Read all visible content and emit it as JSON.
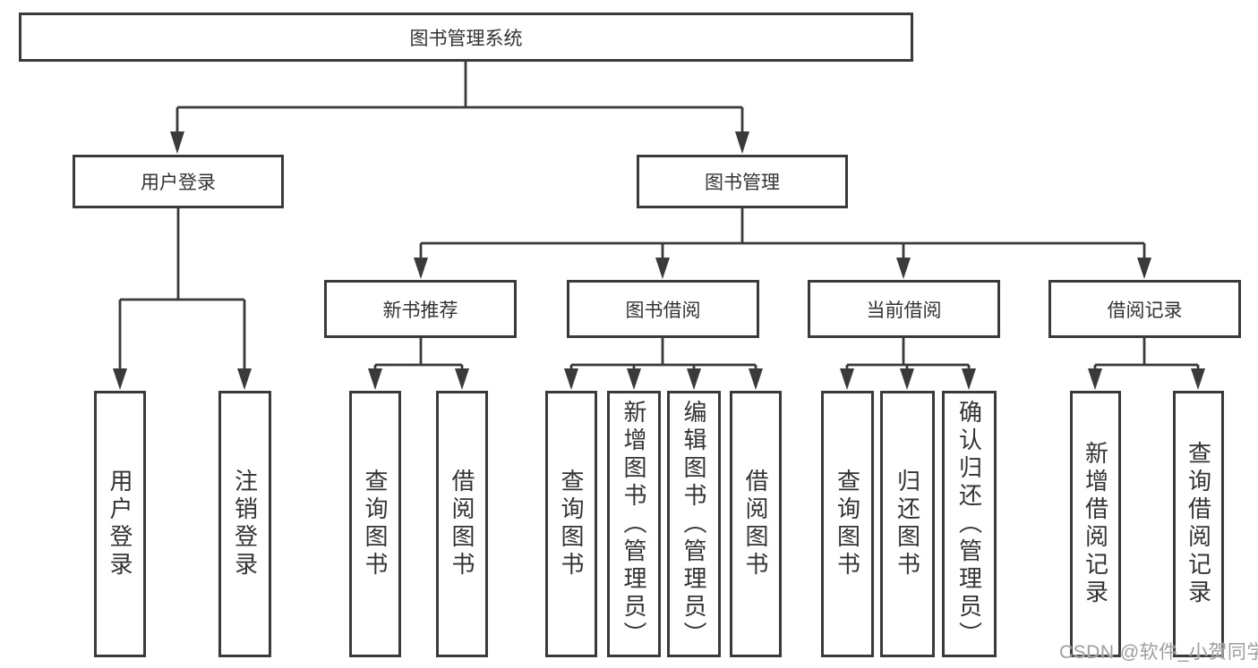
{
  "diagram": {
    "root": {
      "label": "图书管理系统"
    },
    "branches": [
      {
        "label": "用户登录",
        "children": [
          {
            "label": "用户登录"
          },
          {
            "label": "注销登录"
          }
        ]
      },
      {
        "label": "图书管理",
        "children": [
          {
            "label": "新书推荐",
            "children": [
              {
                "label": "查询图书"
              },
              {
                "label": "借阅图书"
              }
            ]
          },
          {
            "label": "图书借阅",
            "children": [
              {
                "label": "查询图书"
              },
              {
                "label": "新增图书（管理员）"
              },
              {
                "label": "编辑图书（管理员）"
              },
              {
                "label": "借阅图书"
              }
            ]
          },
          {
            "label": "当前借阅",
            "children": [
              {
                "label": "查询图书"
              },
              {
                "label": "归还图书"
              },
              {
                "label": "确认归还（管理员）"
              }
            ]
          },
          {
            "label": "借阅记录",
            "children": [
              {
                "label": "新增借阅记录"
              },
              {
                "label": "查询借阅记录"
              }
            ]
          }
        ]
      }
    ],
    "watermark": "CSDN @软件_小贺同学"
  },
  "colors": {
    "line": "#3a3a3a",
    "text": "#333333",
    "box_background": "#ffffff",
    "watermark": "#9e9e9e"
  }
}
